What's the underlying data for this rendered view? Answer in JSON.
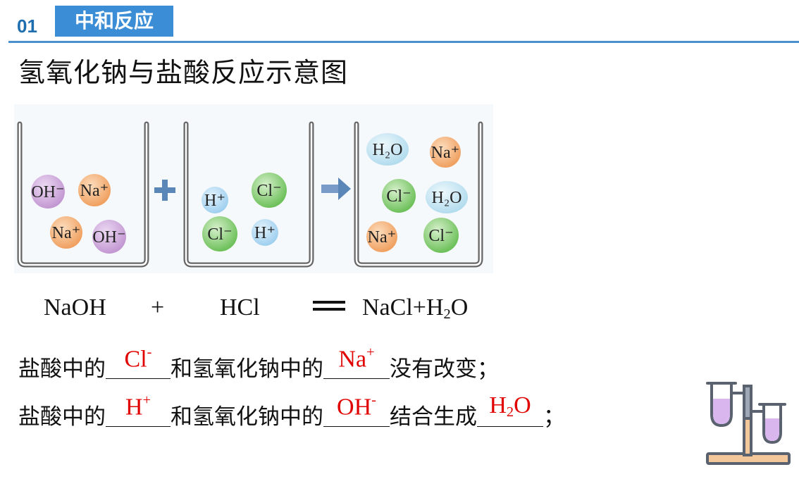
{
  "section": {
    "number": "01",
    "label": "中和反应"
  },
  "title": "氢氧化钠与盐酸反应示意图",
  "diagram": {
    "beaker1": {
      "ions": [
        "OH⁻",
        "Na⁺",
        "Na⁺",
        "OH⁻"
      ]
    },
    "beaker2": {
      "ions": [
        "H⁺",
        "Cl⁻",
        "Cl⁻",
        "H⁺"
      ]
    },
    "beaker3": {
      "ions": [
        "H₂O",
        "Na⁺",
        "Cl⁻",
        "H₂O",
        "Na⁺",
        "Cl⁻"
      ]
    },
    "plus_icon": "plus-icon",
    "arrow_icon": "arrow-right-icon",
    "colors": {
      "OH": "#c89fd6",
      "Na": "#f3a868",
      "H": "#a9d6f0",
      "Cl": "#7cc96a",
      "H2O": "#b9e0ef"
    }
  },
  "equation": {
    "reactant1": "NaOH",
    "plus": "+",
    "reactant2": "HCl",
    "product_a": "NaCl+H",
    "product_sub": "2",
    "product_b": "O"
  },
  "sentence1": {
    "part1": "盐酸中的",
    "blank1_main": "Cl",
    "blank1_sup": "-",
    "part2": "和氢氧化钠中的",
    "blank2_main": "Na",
    "blank2_sup": "+",
    "part3": "没有改变；"
  },
  "sentence2": {
    "part1": "盐酸中的",
    "blank1_main": "H",
    "blank1_sup": "+",
    "part2": "和氢氧化钠中的",
    "blank2_main": "OH",
    "blank2_sup": "-",
    "part3": "结合生成",
    "blank3_a": "H",
    "blank3_sub": "2",
    "blank3_b": "O",
    "part4": "；"
  },
  "decor": {
    "icon": "lab-test-tube-stand-icon"
  }
}
